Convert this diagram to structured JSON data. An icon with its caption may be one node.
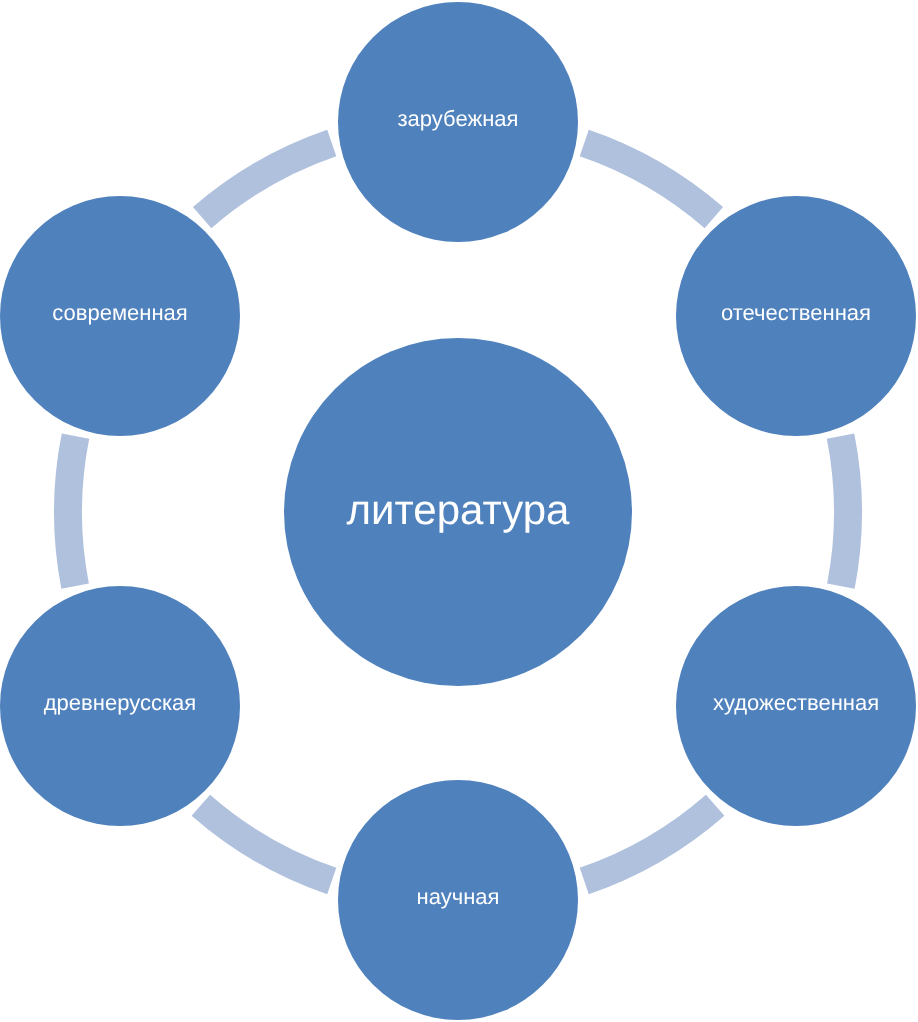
{
  "diagram": {
    "nodes": [
      {
        "text": [
          "литература"
        ]
      },
      {
        "text": [
          "зарубежная"
        ]
      },
      {
        "text": [
          "отечественная"
        ]
      },
      {
        "text": [
          "художественная"
        ]
      },
      {
        "text": [
          "научная"
        ]
      },
      {
        "text": [
          "древнерусская"
        ]
      },
      {
        "text": [
          "современная"
        ]
      }
    ],
    "edges": [
      {
        "from": 1,
        "to": 2,
        "arrow": "none"
      },
      {
        "from": 2,
        "to": 3,
        "arrow": "none"
      },
      {
        "from": 3,
        "to": 4,
        "arrow": "none"
      },
      {
        "from": 4,
        "to": 5,
        "arrow": "none"
      },
      {
        "from": 5,
        "to": 6,
        "arrow": "none"
      },
      {
        "from": 6,
        "to": 1,
        "arrow": "none"
      }
    ]
  }
}
